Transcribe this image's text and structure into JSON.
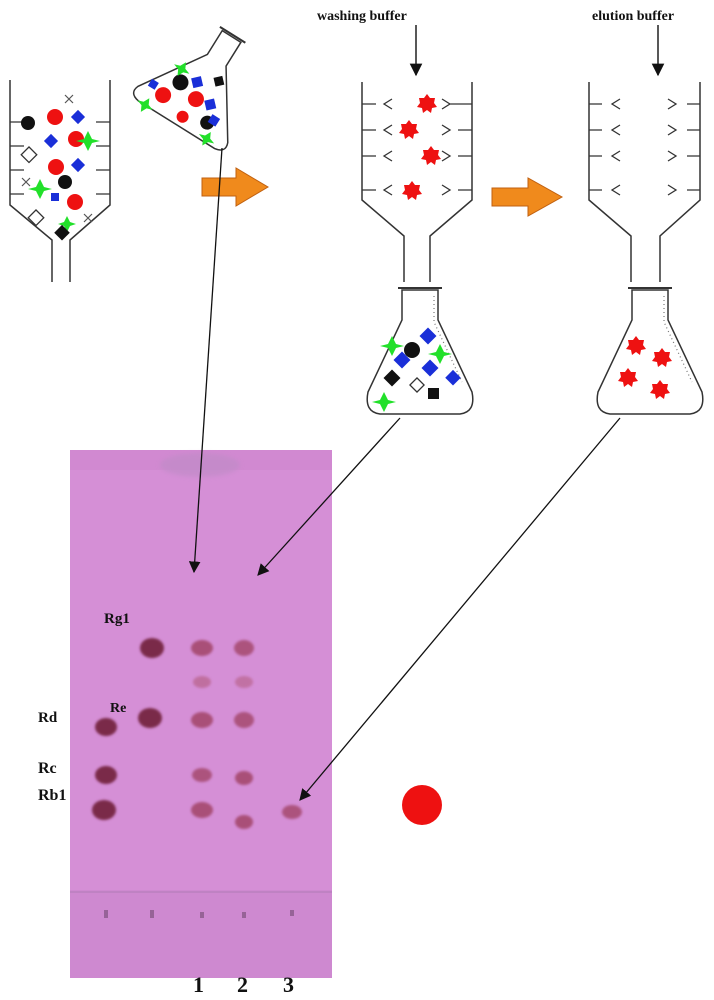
{
  "labels": {
    "washing_buffer": "washing buffer",
    "elution_buffer": "elution buffer"
  },
  "tlc": {
    "standards": [
      "Rg1",
      "Re",
      "Rd",
      "Rc",
      "Rb1"
    ],
    "lanes": [
      "1",
      "2",
      "3"
    ]
  },
  "colors": {
    "tlc_plate": "#d58fd6",
    "spot": "#7a2a4a",
    "red_marker": "#ee1111",
    "blue_marker": "#1a2fd8",
    "green_marker": "#22e02a",
    "black_marker": "#111111",
    "flow_arrow": "#f08a1c"
  },
  "icons": {
    "column": "affinity-column-icon",
    "flask": "erlenmeyer-flask-icon",
    "flow_arrow": "orange-arrow-icon",
    "red_dot": "red-dot-icon"
  }
}
